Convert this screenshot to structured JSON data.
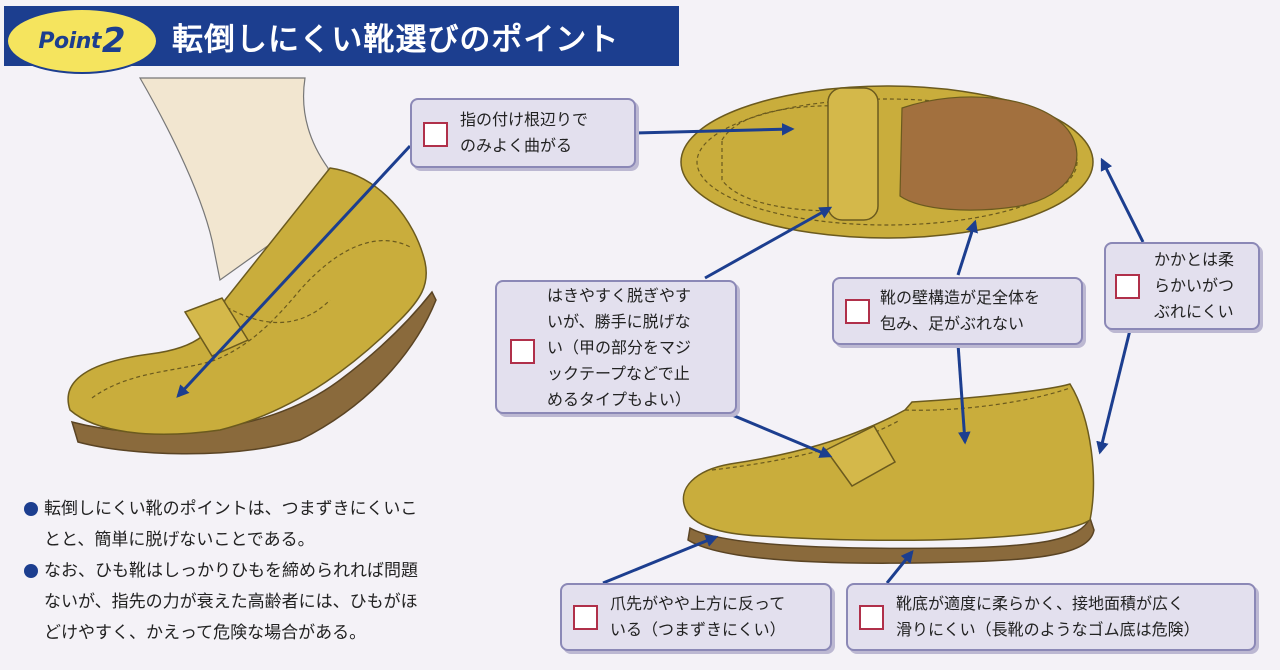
{
  "header": {
    "badge_word": "Point",
    "badge_number": "2",
    "title": "転倒しにくい靴選びのポイント"
  },
  "callouts": {
    "toe_flex": [
      "指の付け根辺りで",
      "のみよく曲がる"
    ],
    "easy_on": [
      "はきやすく脱ぎやす",
      "いが、勝手に脱げな",
      "い（甲の部分をマジ",
      "ックテープなどで止",
      "めるタイプもよい）"
    ],
    "wall": [
      "靴の壁構造が足全体を",
      "包み、足がぶれない"
    ],
    "heel": [
      "かかとは柔",
      "らかいがつ",
      "ぶれにくい"
    ],
    "toe_up": [
      "爪先がやや上方に反って",
      "いる（つまずきにくい）"
    ],
    "sole": [
      "靴底が適度に柔らかく、接地面積が広く",
      "滑りにくい（長靴のようなゴム底は危険）"
    ]
  },
  "notes": [
    [
      "転倒しにくい靴のポイントは、つまずきにくいこ",
      "とと、簡単に脱げないことである。"
    ],
    [
      "なお、ひも靴はしっかりひもを締められれば問題",
      "ないが、指先の力が衰えた高齢者には、ひもがほ",
      "どけやすく、かえって危険な場合がある。"
    ]
  ],
  "colors": {
    "header_bg": "#1c3e8f",
    "badge_bg": "#f5e45e",
    "shoe_upper": "#c9ad3c",
    "shoe_sole": "#8a6a3c",
    "insole": "#a2703e",
    "callout_bg": "#e3e0ee",
    "callout_border": "#8b88b6",
    "checkbox_border": "#b0304a",
    "arrow": "#1c3e8f",
    "sock": "#f2e6d0"
  },
  "icons": [
    "checkbox-icon",
    "arrow-icon",
    "shoe-illustration"
  ]
}
